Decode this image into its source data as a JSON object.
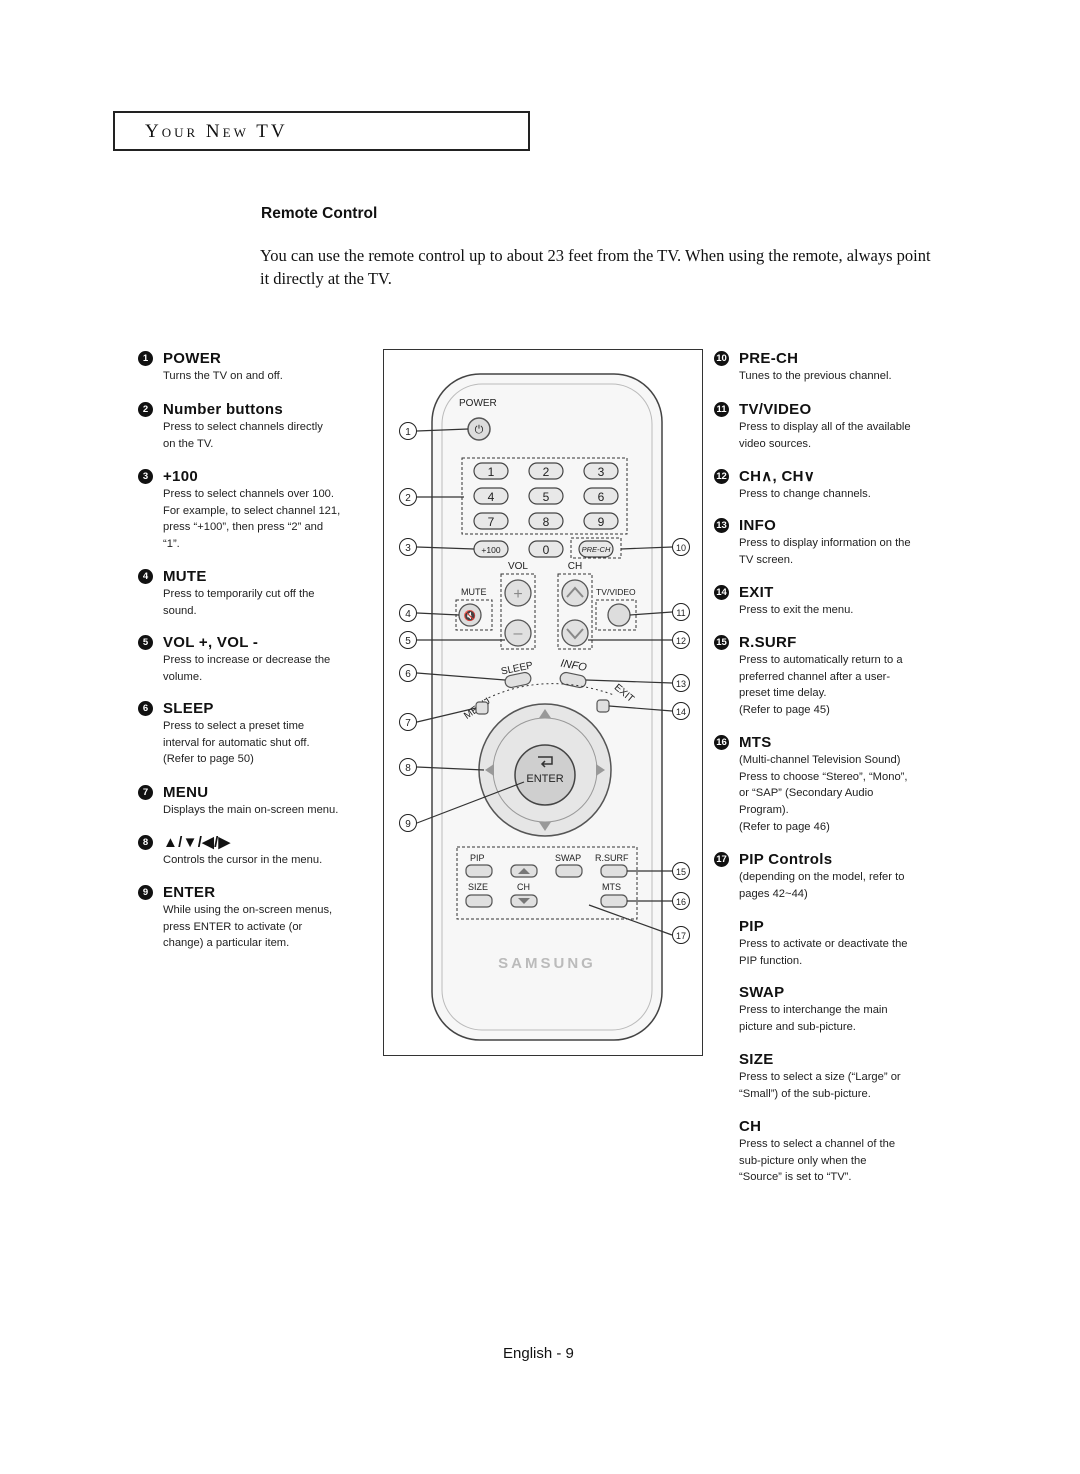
{
  "header": {
    "title": "Your New TV"
  },
  "section_title": "Remote Control",
  "intro": "You can use the remote control up to about 23 feet from the TV. When using the remote, always point it directly at the TV.",
  "left_items": [
    {
      "num": "1",
      "title": "POWER",
      "desc": [
        "Turns the TV on and off."
      ]
    },
    {
      "num": "2",
      "title": "Number buttons",
      "desc": [
        "Press to select channels directly",
        "on the TV."
      ]
    },
    {
      "num": "3",
      "title": "+100",
      "desc": [
        "Press to select channels over 100.",
        "For example, to select channel 121,",
        "press “+100”, then press “2” and",
        "“1”."
      ]
    },
    {
      "num": "4",
      "title": "MUTE",
      "desc": [
        "Press to temporarily cut off the",
        "sound."
      ]
    },
    {
      "num": "5",
      "title": "VOL +, VOL -",
      "desc": [
        "Press to increase or decrease the",
        "volume."
      ]
    },
    {
      "num": "6",
      "title": "SLEEP",
      "desc": [
        "Press to select a preset time",
        "interval for automatic shut off.",
        "(Refer to page 50)"
      ]
    },
    {
      "num": "7",
      "title": "MENU",
      "desc": [
        "Displays the main on-screen menu."
      ]
    },
    {
      "num": "8",
      "title": "▲/▼/◀/▶",
      "desc": [
        "Controls the cursor in the menu."
      ]
    },
    {
      "num": "9",
      "title": "ENTER",
      "desc": [
        "While using the on-screen menus,",
        "press ENTER to activate (or",
        "change) a particular item."
      ]
    }
  ],
  "right_items": [
    {
      "num": "10",
      "title": "PRE-CH",
      "desc": [
        "Tunes to the previous channel."
      ]
    },
    {
      "num": "11",
      "title": "TV/VIDEO",
      "desc": [
        "Press to display all of the available",
        "video sources."
      ]
    },
    {
      "num": "12",
      "title": "CH∧, CH∨",
      "desc": [
        "Press to change channels."
      ]
    },
    {
      "num": "13",
      "title": "INFO",
      "desc": [
        "Press to display information on the",
        "TV screen."
      ]
    },
    {
      "num": "14",
      "title": "EXIT",
      "desc": [
        "Press to exit the menu."
      ]
    },
    {
      "num": "15",
      "title": "R.SURF",
      "desc": [
        "Press to automatically return to a",
        "preferred channel after a user-",
        "preset time delay.",
        "(Refer to page 45)"
      ]
    },
    {
      "num": "16",
      "title": "MTS",
      "desc": [
        "(Multi-channel Television Sound)",
        "Press to choose “Stereo”, “Mono”,",
        "or “SAP” (Secondary Audio",
        "Program).",
        "(Refer to page 46)"
      ]
    },
    {
      "num": "17",
      "title": "PIP Controls",
      "desc": [
        "(depending on the model, refer to",
        "pages 42~44)"
      ]
    },
    {
      "num": "",
      "title": "PIP",
      "desc": [
        "Press to activate or deactivate the",
        "PIP function."
      ]
    },
    {
      "num": "",
      "title": "SWAP",
      "desc": [
        "Press to interchange the main",
        "picture and sub-picture."
      ]
    },
    {
      "num": "",
      "title": "SIZE",
      "desc": [
        "Press to select a size (“Large” or",
        "“Small”) of the sub-picture."
      ]
    },
    {
      "num": "",
      "title": "CH",
      "desc": [
        "Press to select a channel of the",
        "sub-picture only when the",
        "“Source” is set to “TV”."
      ]
    }
  ],
  "remote": {
    "labels": {
      "power": "POWER",
      "vol": "VOL",
      "ch": "CH",
      "mute": "MUTE",
      "tv_video": "TV/VIDEO",
      "sleep": "SLEEP",
      "info": "INFO",
      "menu": "MENU",
      "exit": "EXIT",
      "enter": "ENTER",
      "pip": "PIP",
      "swap": "SWAP",
      "rsurf": "R.SURF",
      "size": "SIZE",
      "pip_ch": "CH",
      "mts": "MTS",
      "plus100": "+100",
      "prech": "PRE-CH",
      "brand": "SAMSUNG"
    },
    "digits": [
      "1",
      "2",
      "3",
      "4",
      "5",
      "6",
      "7",
      "8",
      "9",
      "0"
    ],
    "callouts_left": [
      "1",
      "2",
      "3",
      "4",
      "5",
      "6",
      "7",
      "8",
      "9"
    ],
    "callouts_right": [
      "10",
      "11",
      "12",
      "13",
      "14",
      "15",
      "16",
      "17"
    ]
  },
  "footer": "English - 9"
}
